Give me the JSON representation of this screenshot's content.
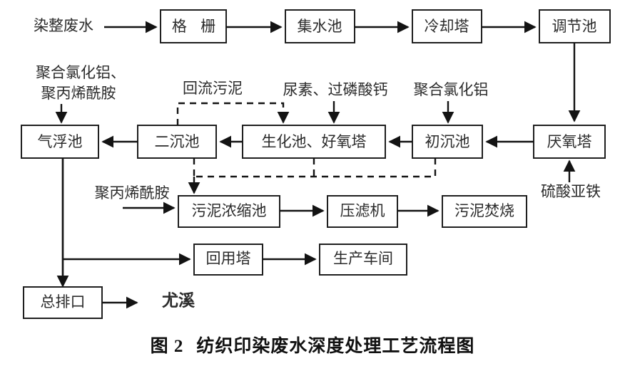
{
  "figure": {
    "caption_number": "图 2",
    "caption_text": "纺织印染废水深度处理工艺流程图"
  },
  "nodes": {
    "grit_chamber": "格 栅",
    "collection_tank": "集水池",
    "cooling_tower": "冷却塔",
    "equalization_tank": "调节池",
    "anaerobic_tower": "厌氧塔",
    "primary_sedimentation": "初沉池",
    "biochemical_aerobic": "生化池、好氧塔",
    "secondary_sedimentation": "二沉池",
    "flotation_tank": "气浮池",
    "sludge_thickener": "污泥浓缩池",
    "filter_press": "压滤机",
    "sludge_incineration": "污泥焚烧",
    "reuse_tower": "回用塔",
    "production_workshop": "生产车间",
    "main_outlet": "总排口"
  },
  "labels": {
    "influent": "染整废水",
    "dosing_pac_pam_line1": "聚合氯化铝、",
    "dosing_pac_pam_line2": "聚丙烯酰胺",
    "return_sludge": "回流污泥",
    "urea_superphosphate": "尿素、过磷酸钙",
    "pac": "聚合氯化铝",
    "ferrous_sulfate": "硫酸亚铁",
    "pam": "聚丙烯酰胺",
    "receiving_water": "尤溪"
  },
  "colors": {
    "box_stroke": "#1f1f1f",
    "line": "#131313",
    "text": "#2b2b2b",
    "background": "#ffffff"
  },
  "flow_edges": [
    {
      "from": "influent",
      "to": "grit_chamber",
      "style": "solid"
    },
    {
      "from": "grit_chamber",
      "to": "collection_tank",
      "style": "solid"
    },
    {
      "from": "collection_tank",
      "to": "cooling_tower",
      "style": "solid"
    },
    {
      "from": "cooling_tower",
      "to": "equalization_tank",
      "style": "solid"
    },
    {
      "from": "equalization_tank",
      "to": "anaerobic_tower",
      "style": "solid"
    },
    {
      "from": "anaerobic_tower",
      "to": "primary_sedimentation",
      "style": "solid"
    },
    {
      "from": "primary_sedimentation",
      "to": "biochemical_aerobic",
      "style": "solid"
    },
    {
      "from": "biochemical_aerobic",
      "to": "secondary_sedimentation",
      "style": "solid"
    },
    {
      "from": "secondary_sedimentation",
      "to": "flotation_tank",
      "style": "solid"
    },
    {
      "from": "secondary_sedimentation",
      "to": "biochemical_aerobic",
      "style": "dashed",
      "label": "return_sludge"
    },
    {
      "from": "secondary_sedimentation",
      "to": "sludge_thickener",
      "style": "dashed"
    },
    {
      "from": "biochemical_aerobic",
      "to": "sludge_thickener",
      "style": "dashed"
    },
    {
      "from": "primary_sedimentation",
      "to": "sludge_thickener",
      "style": "dashed"
    },
    {
      "from": "sludge_thickener",
      "to": "filter_press",
      "style": "solid"
    },
    {
      "from": "filter_press",
      "to": "sludge_incineration",
      "style": "solid"
    },
    {
      "from": "flotation_tank",
      "to": "reuse_tower",
      "style": "solid"
    },
    {
      "from": "flotation_tank",
      "to": "main_outlet",
      "style": "solid"
    },
    {
      "from": "reuse_tower",
      "to": "production_workshop",
      "style": "solid"
    },
    {
      "from": "main_outlet",
      "to": "receiving_water",
      "style": "solid"
    },
    {
      "from": "ferrous_sulfate",
      "to": "anaerobic_tower",
      "style": "solid"
    },
    {
      "from": "pac",
      "to": "primary_sedimentation",
      "style": "solid"
    },
    {
      "from": "urea_superphosphate",
      "to": "biochemical_aerobic",
      "style": "solid"
    },
    {
      "from": "dosing_pac_pam",
      "to": "flotation_tank",
      "style": "solid"
    },
    {
      "from": "pam",
      "to": "sludge_thickener",
      "style": "solid"
    }
  ]
}
